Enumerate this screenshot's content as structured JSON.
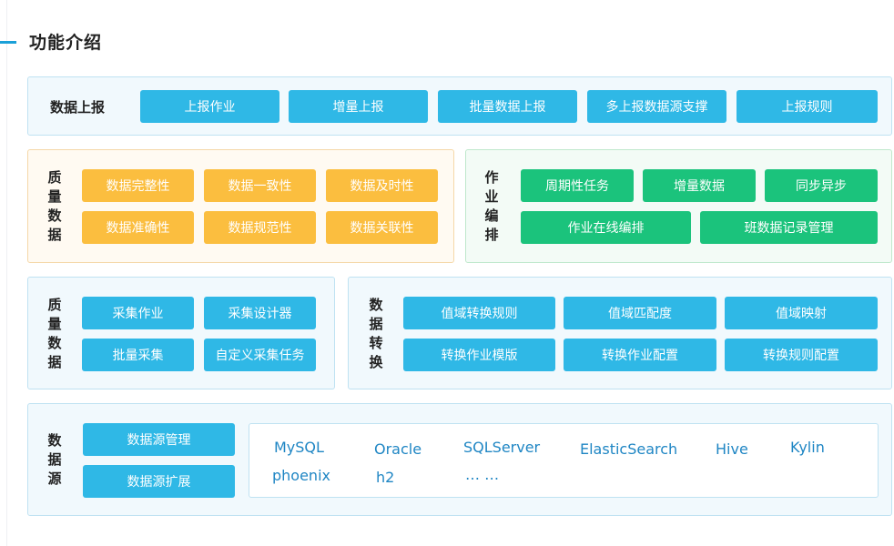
{
  "title": "功能介绍",
  "report": {
    "label": "数据上报",
    "items": [
      "上报作业",
      "增量上报",
      "批量数据上报",
      "多上报数据源支撑",
      "上报规则"
    ]
  },
  "quality": {
    "label": "质量数据",
    "items": [
      "数据完整性",
      "数据一致性",
      "数据及时性",
      "数据准确性",
      "数据规范性",
      "数据关联性"
    ]
  },
  "orchestration": {
    "label": "作业编排",
    "items": [
      "周期性任务",
      "增量数据",
      "同步异步",
      "作业在线编排",
      "班数据记录管理"
    ]
  },
  "collection": {
    "label": "质量数据",
    "items": [
      "采集作业",
      "采集设计器",
      "批量采集",
      "自定义采集任务"
    ]
  },
  "transform": {
    "label": "数据转换",
    "items": [
      "值域转换规则",
      "值域匹配度",
      "值域映射",
      "转换作业模版",
      "转换作业配置",
      "转换规则配置"
    ]
  },
  "datasource": {
    "label": "数据源",
    "buttons": [
      "数据源管理",
      "数据源扩展"
    ],
    "sources": [
      "MySQL",
      "Oracle",
      "SQLServer",
      "ElasticSearch",
      "Hive",
      "Kylin",
      "phoenix",
      "h2",
      "… …"
    ]
  },
  "colors": {
    "blue": "#2fb8e6",
    "orange": "#fbbe3f",
    "green": "#1bc37c",
    "accent": "#1aa0d8",
    "source_text": "#1f86c4"
  }
}
